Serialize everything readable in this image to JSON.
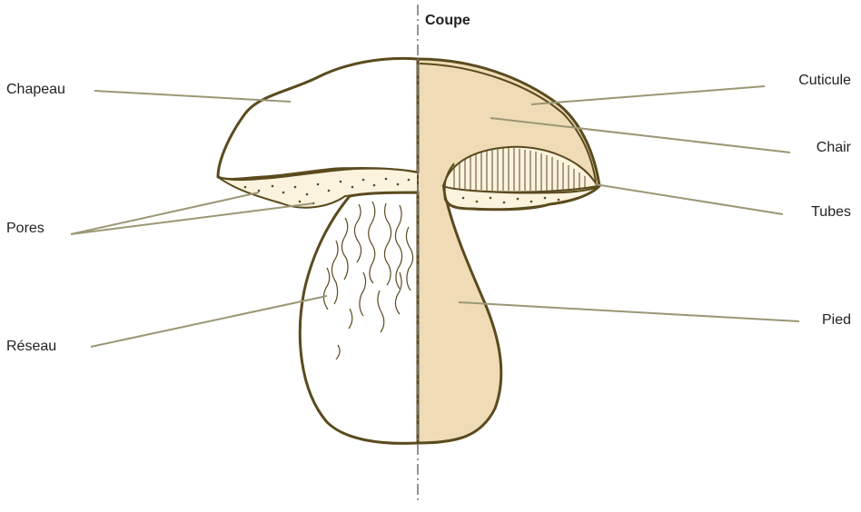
{
  "title": "Coupe",
  "labels": {
    "chapeau": "Chapeau",
    "pores": "Pores",
    "reseau": "Réseau",
    "cuticule": "Cuticule",
    "chair": "Chair",
    "tubes": "Tubes",
    "pied": "Pied"
  },
  "colors": {
    "outline": "#5a4a1e",
    "flesh": "#efdcb6",
    "leader": "#9b9775",
    "axis": "#7a7a7a",
    "pores_fill": "#fbf3de"
  }
}
